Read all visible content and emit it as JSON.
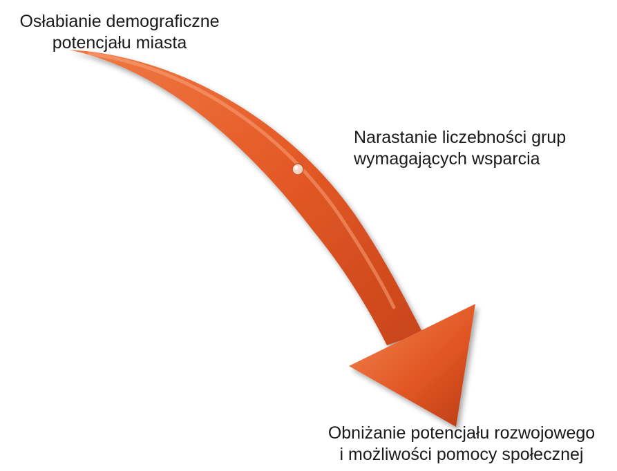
{
  "diagram": {
    "top_label": {
      "line1": "Osłabianie demograficzne",
      "line2": "potencjału miasta"
    },
    "middle_label": {
      "line1": "Narastanie liczebności grup",
      "line2": "wymagających wsparcia"
    },
    "bottom_label": {
      "line1": "Obniżanie potencjału rozwojowego",
      "line2": "i  możliwości pomocy  społecznej"
    },
    "arrow": {
      "color": "#e8602c",
      "highlight_color": "#f59a6e",
      "shadow_color": "#b8401a",
      "direction": "down-right"
    }
  }
}
